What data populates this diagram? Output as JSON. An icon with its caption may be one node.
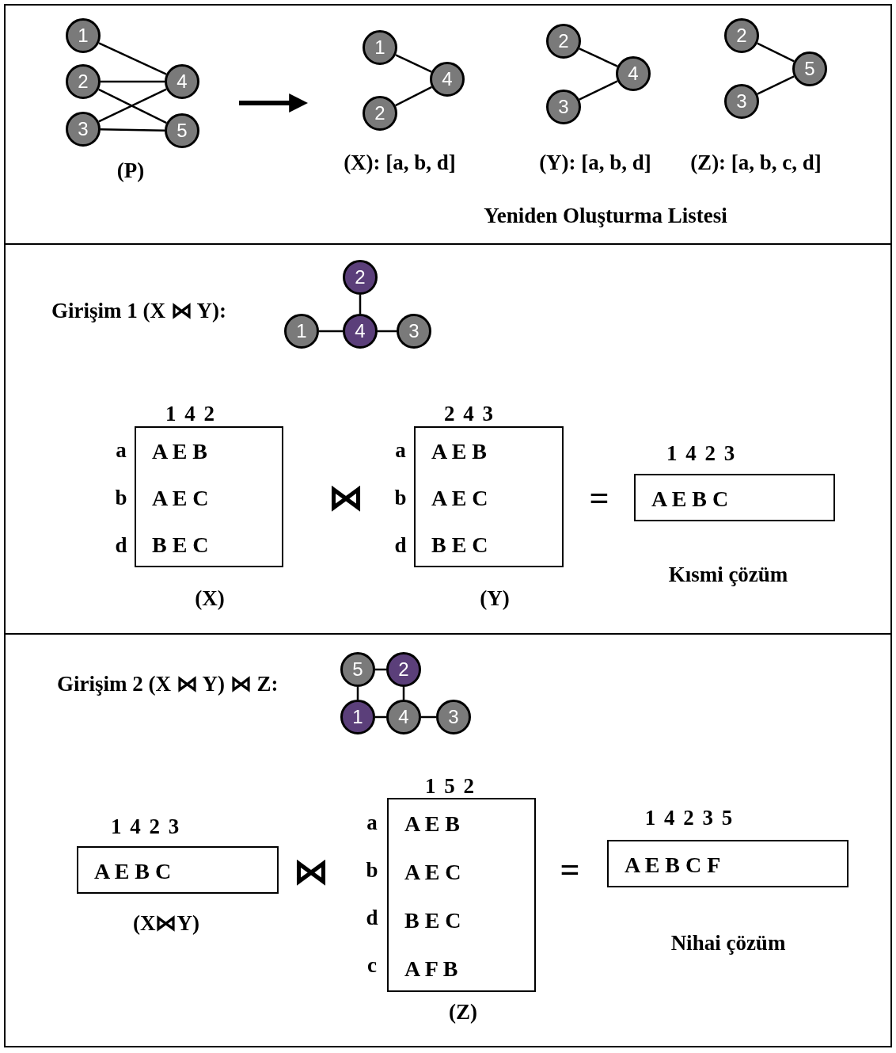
{
  "diagram": {
    "nodes": [
      {
        "text": [
          "1"
        ]
      },
      {
        "text": [
          "2"
        ]
      },
      {
        "text": [
          "3"
        ]
      },
      {
        "text": [
          "4"
        ]
      },
      {
        "text": [
          "5"
        ]
      },
      {
        "text": [
          "1"
        ]
      },
      {
        "text": [
          "2"
        ]
      },
      {
        "text": [
          "4"
        ]
      },
      {
        "text": [
          "2"
        ]
      },
      {
        "text": [
          "3"
        ]
      },
      {
        "text": [
          "4"
        ]
      },
      {
        "text": [
          "2"
        ]
      },
      {
        "text": [
          "3"
        ]
      },
      {
        "text": [
          "5"
        ]
      },
      {
        "text": [
          "2"
        ]
      },
      {
        "text": [
          "1"
        ]
      },
      {
        "text": [
          "4"
        ]
      },
      {
        "text": [
          "3"
        ]
      },
      {
        "text": [
          "5"
        ]
      },
      {
        "text": [
          "2"
        ]
      },
      {
        "text": [
          "1"
        ]
      },
      {
        "text": [
          "4"
        ]
      },
      {
        "text": [
          "3"
        ]
      },
      {
        "text": [
          "A E B",
          "A E C",
          "B E C"
        ],
        "beside": [
          "1 4 2",
          "a",
          "b",
          "d",
          "(X)"
        ]
      },
      {
        "text": [
          "A E B",
          "A E C",
          "B E C"
        ],
        "beside": [
          "2 4 3",
          "a",
          "b",
          "d",
          "(Y)"
        ]
      },
      {
        "text": [
          "A E B C"
        ],
        "beside": [
          "1 4 2 3",
          "Kısmi çözüm"
        ]
      },
      {
        "text": [
          "A E B C"
        ],
        "beside": [
          "1 4 2 3",
          "(X⋈Y)"
        ]
      },
      {
        "text": [
          "A E B",
          "A E C",
          "B E C",
          "A F B"
        ],
        "beside": [
          "1 5 2",
          "a",
          "b",
          "d",
          "c",
          "(Z)"
        ]
      },
      {
        "text": [
          "A E B C F"
        ],
        "beside": [
          "1 4 2 3 5",
          "Nihai çözüm"
        ]
      }
    ],
    "edges": [
      {
        "from": 0,
        "to": 3,
        "arrow": "none"
      },
      {
        "from": 1,
        "to": 3,
        "arrow": "none"
      },
      {
        "from": 1,
        "to": 4,
        "arrow": "none"
      },
      {
        "from": 2,
        "to": 3,
        "arrow": "none"
      },
      {
        "from": 2,
        "to": 4,
        "arrow": "none"
      },
      {
        "from": 5,
        "to": 7,
        "arrow": "none"
      },
      {
        "from": 6,
        "to": 7,
        "arrow": "none"
      },
      {
        "from": 8,
        "to": 10,
        "arrow": "none"
      },
      {
        "from": 9,
        "to": 10,
        "arrow": "none"
      },
      {
        "from": 11,
        "to": 13,
        "arrow": "none"
      },
      {
        "from": 12,
        "to": 13,
        "arrow": "none"
      },
      {
        "from": 14,
        "to": 16,
        "arrow": "none"
      },
      {
        "from": 15,
        "to": 16,
        "arrow": "none"
      },
      {
        "from": 16,
        "to": 17,
        "arrow": "none"
      },
      {
        "from": 18,
        "to": 19,
        "arrow": "none"
      },
      {
        "from": 18,
        "to": 20,
        "arrow": "none"
      },
      {
        "from": 19,
        "to": 21,
        "arrow": "none"
      },
      {
        "from": 20,
        "to": 21,
        "arrow": "none"
      },
      {
        "from": 21,
        "to": 22,
        "arrow": "none"
      }
    ],
    "labels": [
      "(P)",
      "(X): [a, b, d]",
      "(Y): [a, b, d]",
      "(Z): [a, b, c, d]",
      "Yeniden Oluşturma Listesi",
      "Girişim 1 (X ⋈ Y):",
      "⋈",
      "=",
      "Girişim 2 (X ⋈ Y) ⋈ Z:",
      "⋈",
      "="
    ]
  }
}
